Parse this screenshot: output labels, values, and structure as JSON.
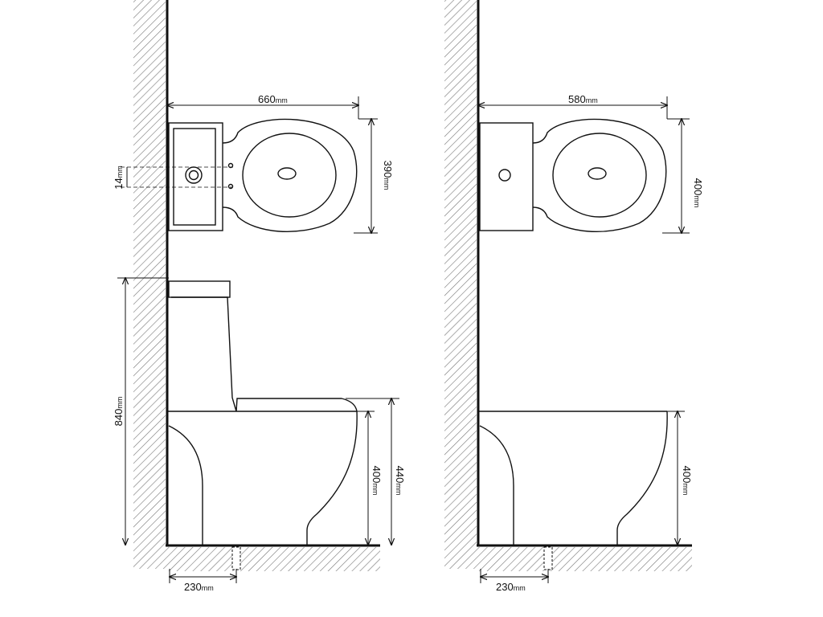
{
  "colors": {
    "line": "#111111",
    "hatch": "#777777",
    "background": "#ffffff"
  },
  "left_drawing": {
    "top_width": {
      "value": "660",
      "unit": "mm"
    },
    "top_depth": {
      "value": "390",
      "unit": "mm"
    },
    "hole_offset": {
      "value": "14",
      "unit": "mm"
    },
    "total_height": {
      "value": "840",
      "unit": "mm"
    },
    "seat_height_with_lid": {
      "value": "440",
      "unit": "mm"
    },
    "seat_height": {
      "value": "400",
      "unit": "mm"
    },
    "drain_distance": {
      "value": "230",
      "unit": "mm"
    }
  },
  "right_drawing": {
    "top_width": {
      "value": "580",
      "unit": "mm"
    },
    "top_depth": {
      "value": "400",
      "unit": "mm"
    },
    "seat_height": {
      "value": "400",
      "unit": "mm"
    },
    "drain_distance": {
      "value": "230",
      "unit": "mm"
    }
  }
}
